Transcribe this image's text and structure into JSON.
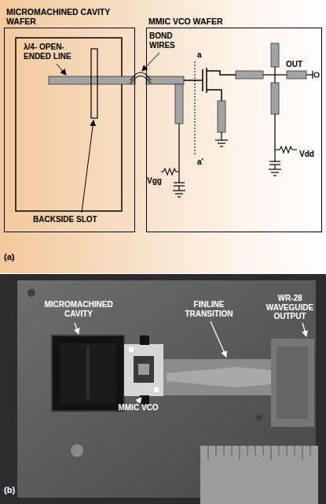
{
  "diagram": {
    "nodes": [
      {
        "text": [
          "MICROMACHINED CAVITY WAFER"
        ]
      },
      {
        "text": [
          "MMIC VCO WAFER"
        ]
      }
    ],
    "edges": [
      {
        "from": 0,
        "to": 1,
        "arrow": "none"
      }
    ],
    "labels": [
      "λ/4- OPEN- ENDED LINE",
      "BACKSIDE SLOT",
      "BOND WIRES",
      "a",
      "a'",
      "OUT",
      "Vgg",
      "Vdd",
      "(a)",
      "MICROMACHINED CAVITY",
      "FINLINE TRANSITION",
      "WR-28 WAVEGUIDE OUTPUT",
      "MMIC VCO",
      "(b)"
    ]
  }
}
